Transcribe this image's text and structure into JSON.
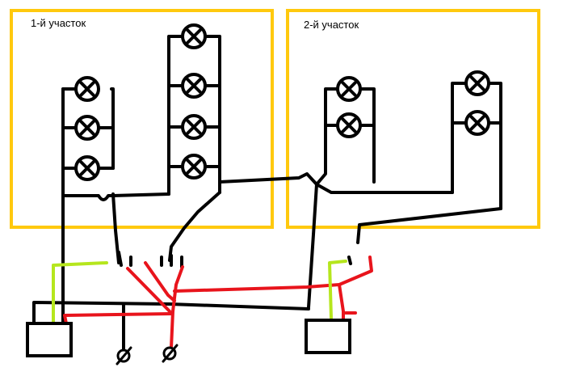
{
  "zones": [
    {
      "label": "1-й участок"
    },
    {
      "label": "2-й участок"
    }
  ],
  "colors": {
    "zone_border": "#ffc90e",
    "wire_black": "#000000",
    "wire_red": "#e8141c",
    "wire_green": "#b5e61d",
    "background": "#ffffff"
  },
  "symbols": {
    "lamp": "lamp-icon",
    "junction_box": "junction-box",
    "fuse": "fuse-icon",
    "switch_contact": "switch-contact"
  }
}
